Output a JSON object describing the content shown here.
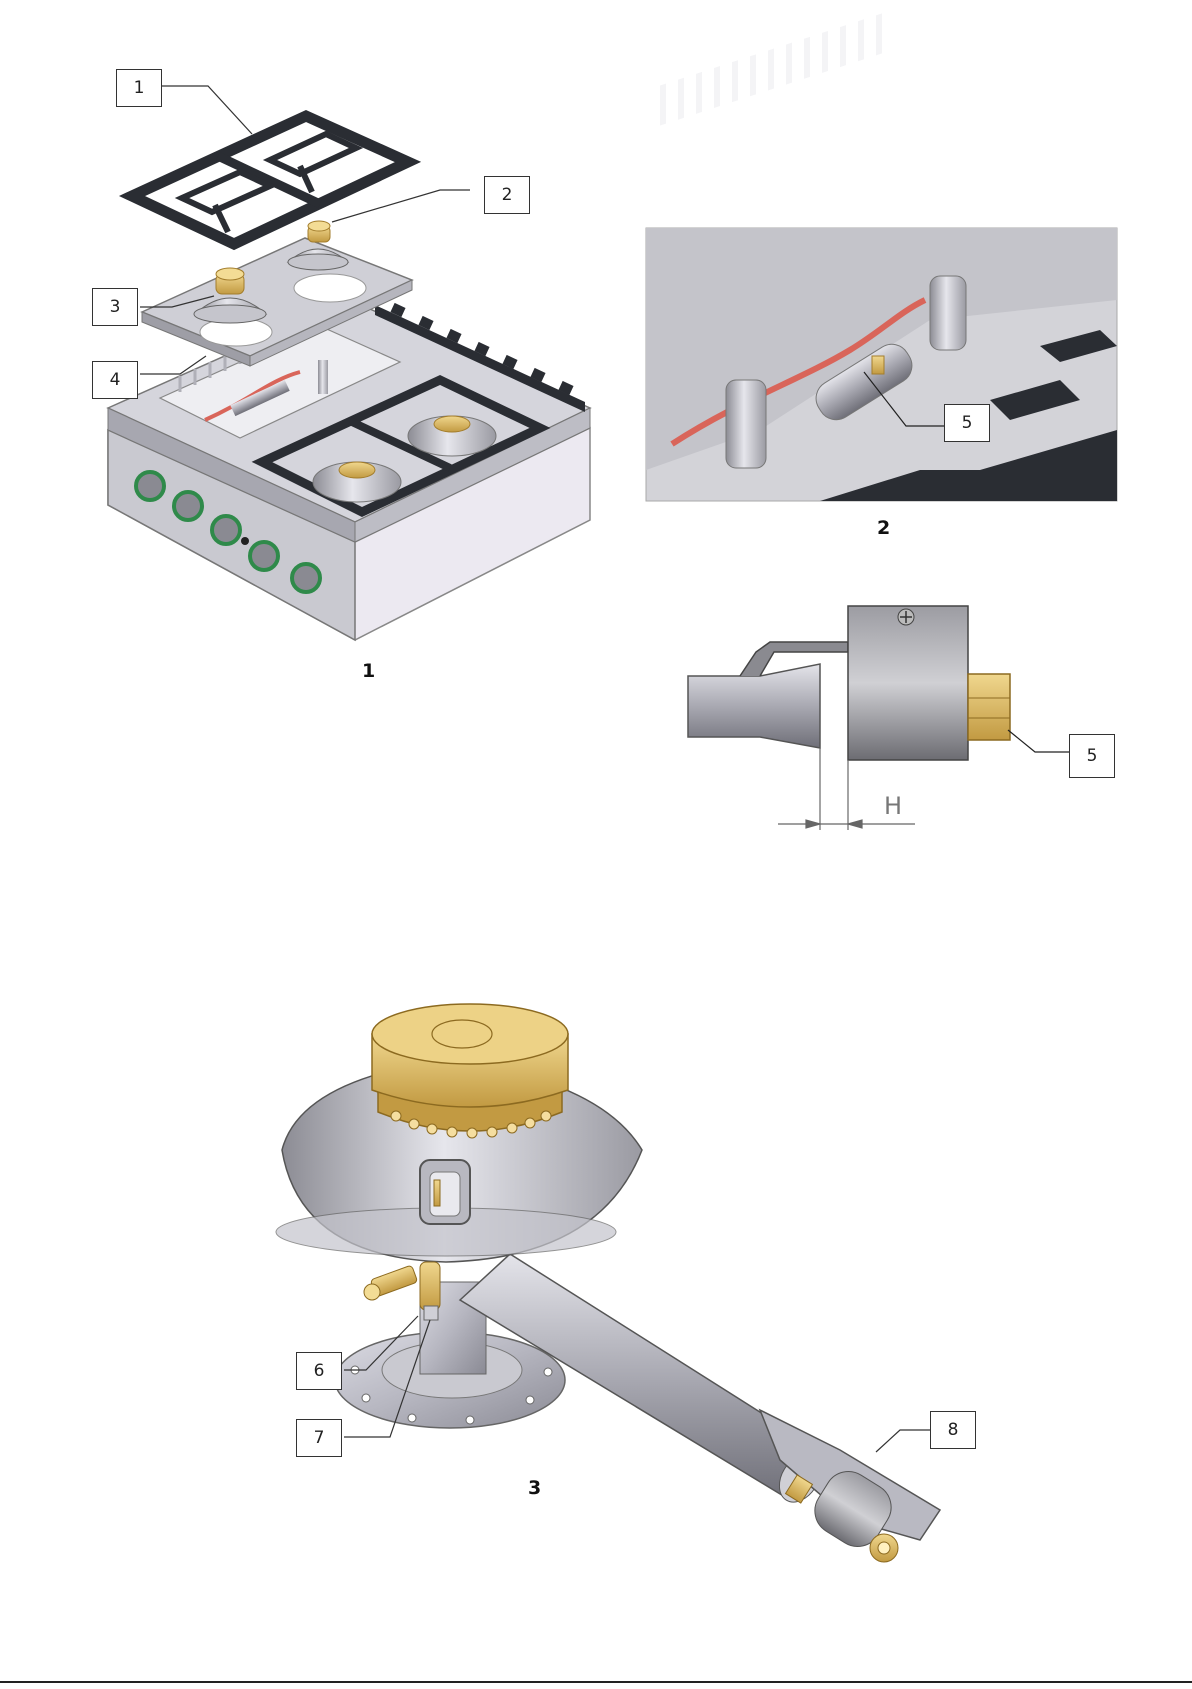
{
  "callouts": {
    "c1": "1",
    "c2": "2",
    "c3": "3",
    "c4": "4",
    "c5a": "5",
    "c5b": "5",
    "c6": "6",
    "c7": "7",
    "c8": "8"
  },
  "figures": {
    "fig1": "1",
    "fig2": "2",
    "fig3": "3"
  },
  "dimension": {
    "h": "H"
  },
  "colors": {
    "steel": "#b9b9c2",
    "steel_dark": "#7e7e88",
    "cast_iron": "#2a2d33",
    "brass": "#d8b865",
    "brass_dark": "#b08a36",
    "pipe_red": "#d9655a",
    "knob_green": "#2f8a4a",
    "housing": "#e9e6ef"
  }
}
